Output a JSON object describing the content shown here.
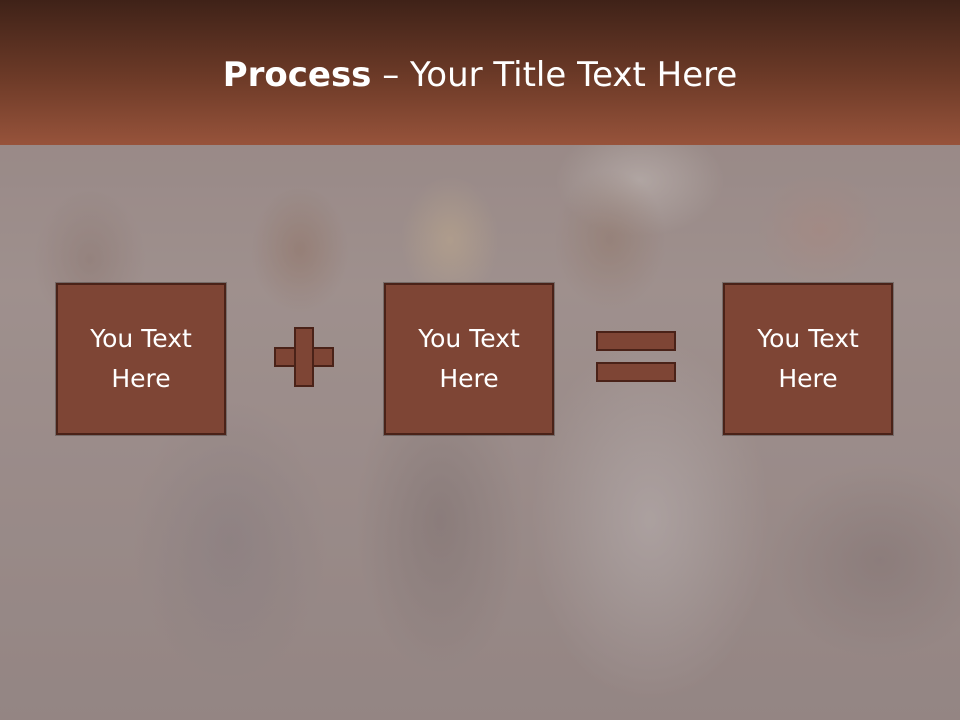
{
  "slide": {
    "title_bold": "Process",
    "title_rest": " – Your Title Text Here",
    "boxes": [
      {
        "line1": "You Text",
        "line2": "Here"
      },
      {
        "line1": "You Text",
        "line2": "Here"
      },
      {
        "line1": "You Text",
        "line2": "Here"
      }
    ],
    "operators": [
      "plus-icon",
      "equals-icon"
    ]
  },
  "colors": {
    "header_top": "#3f2218",
    "header_bottom": "#97533b",
    "box_fill": "#7e4535",
    "box_border": "#4a2218",
    "text": "#ffffff"
  }
}
